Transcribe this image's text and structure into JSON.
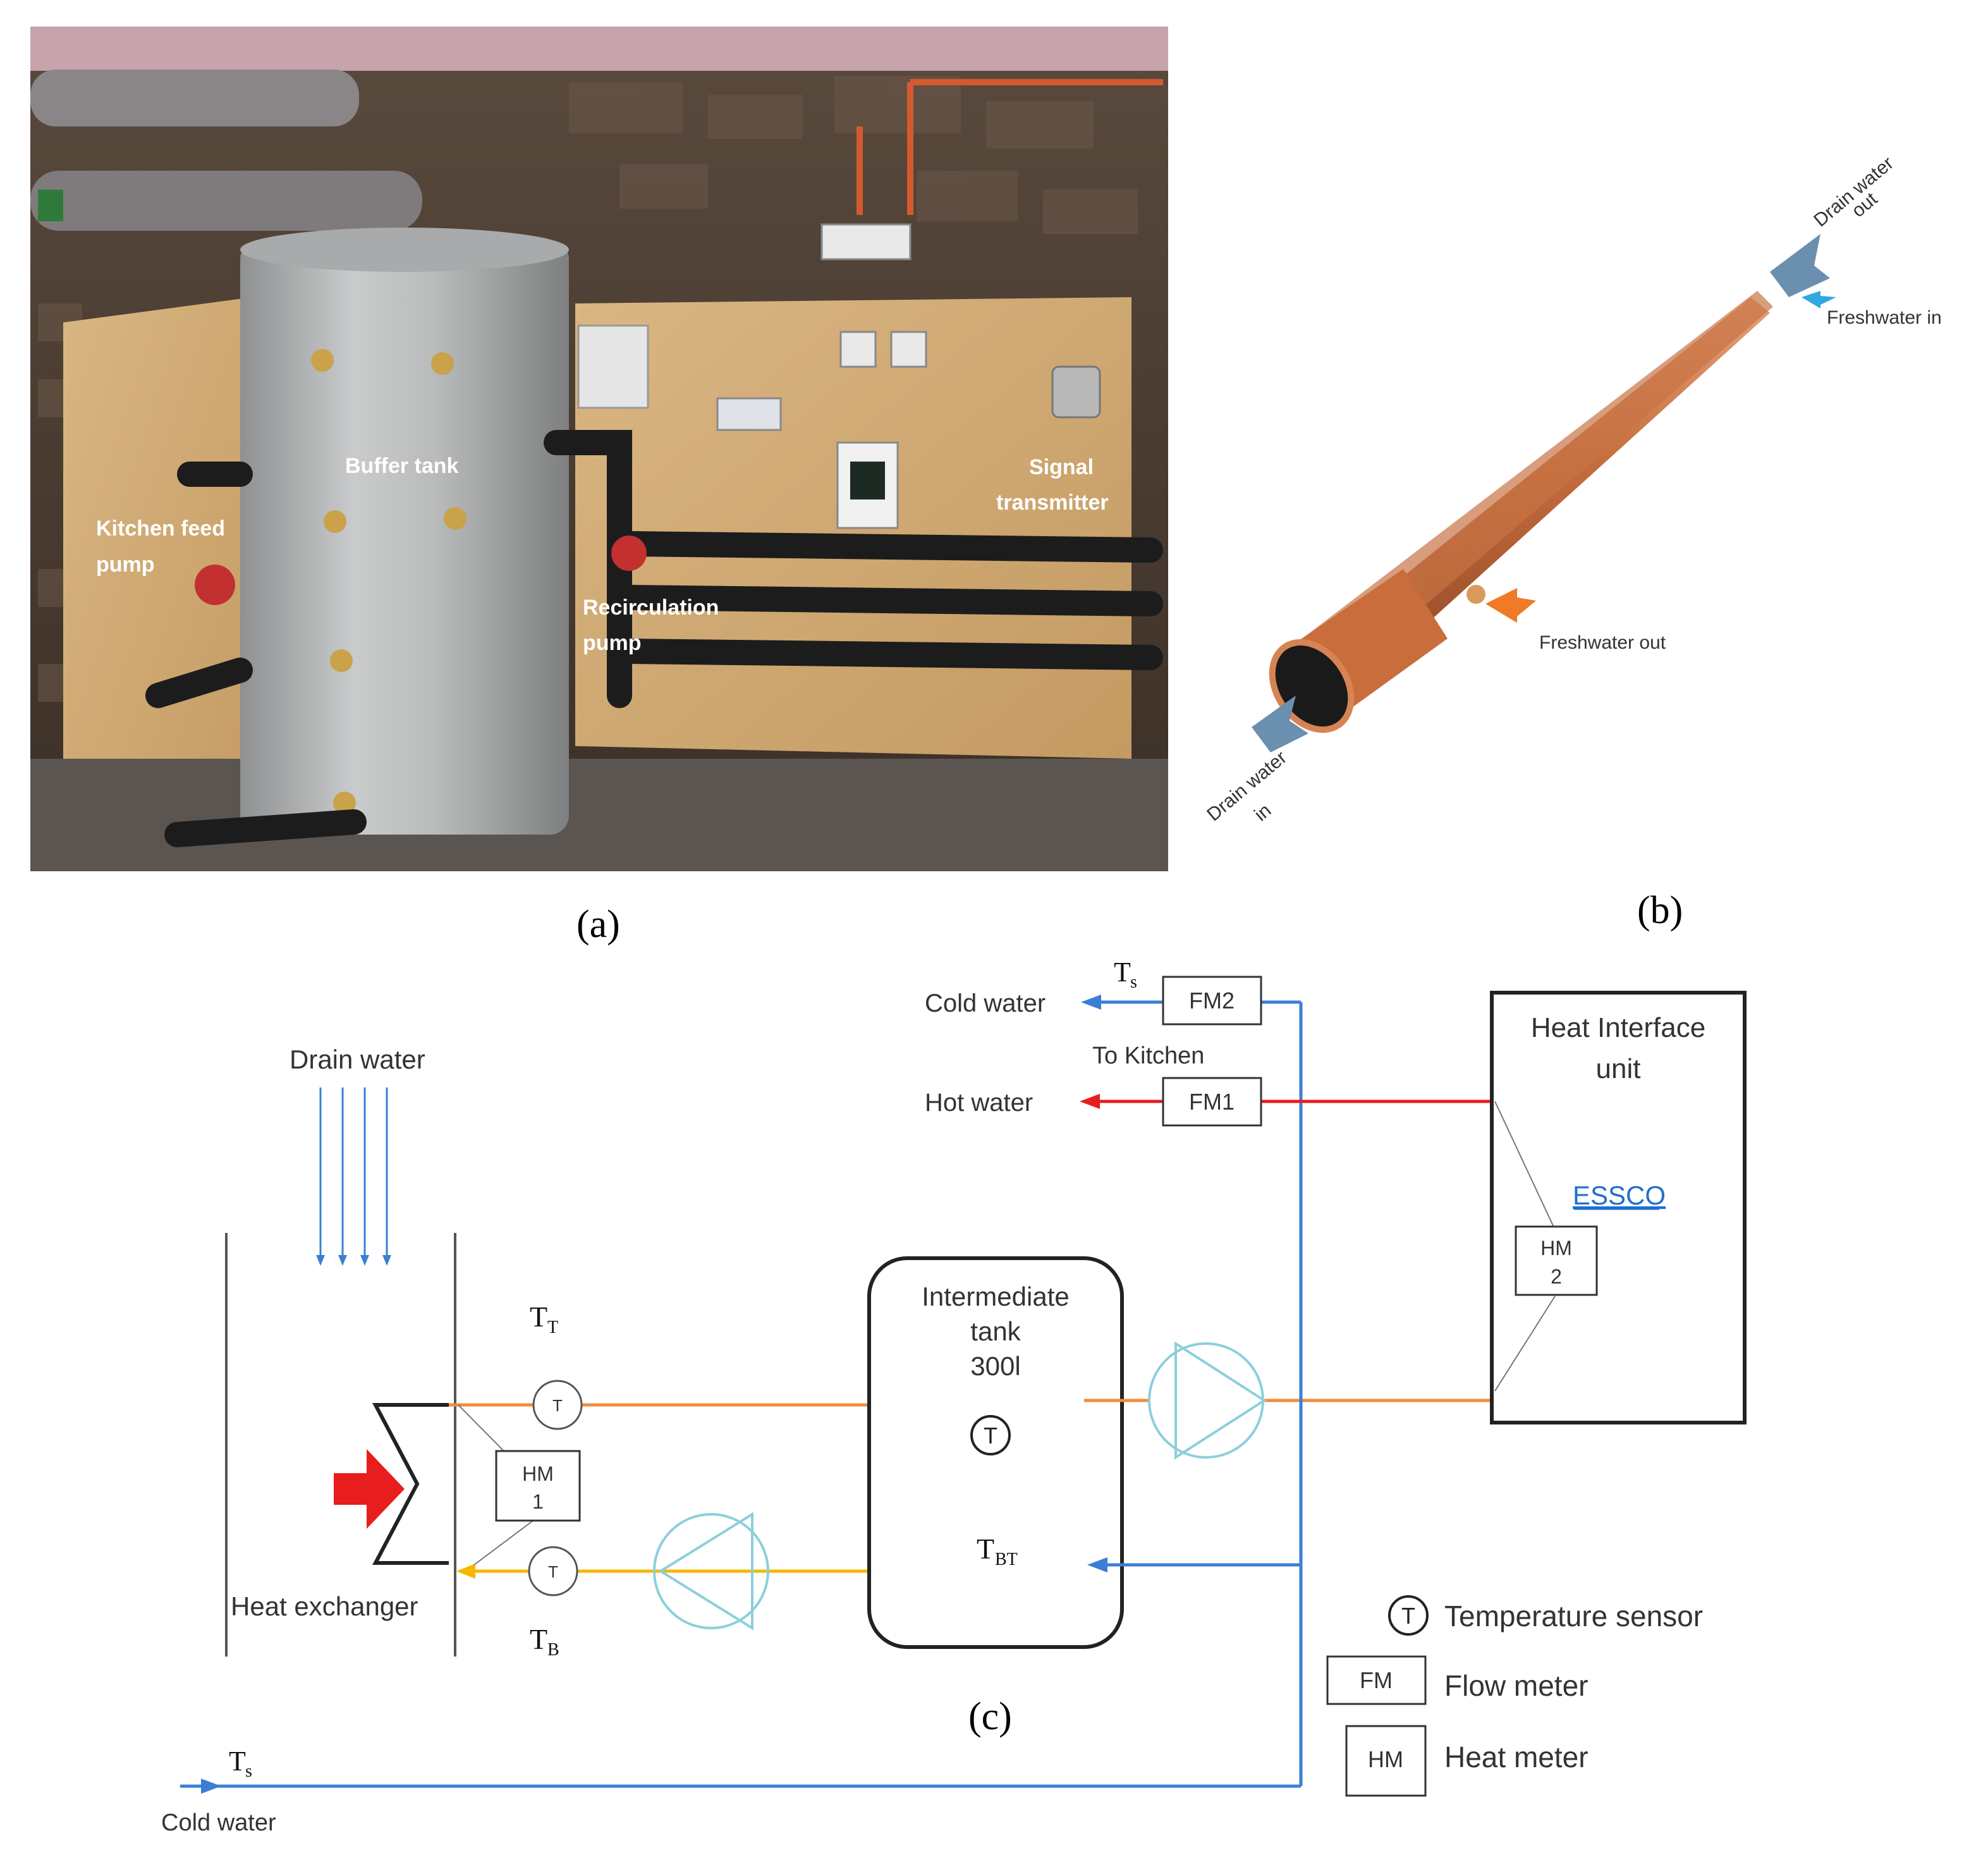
{
  "panel_labels": {
    "a": "(a)",
    "b": "(b)",
    "c": "(c)"
  },
  "photo_a": {
    "buffer_tank": "Buffer tank",
    "kitchen_feed_pump_1": "Kitchen feed",
    "kitchen_feed_pump_2": "pump",
    "recirculation_pump_1": "Recirculation",
    "recirculation_pump_2": "pump",
    "signal_transmitter_1": "Signal",
    "signal_transmitter_2": "transmitter"
  },
  "photo_b": {
    "drain_water_out_1": "Drain water",
    "drain_water_out_2": "out",
    "freshwater_in": "Freshwater in",
    "freshwater_out": "Freshwater out",
    "drain_water_in_1": "Drain water",
    "drain_water_in_2": "in"
  },
  "diagram_c": {
    "drain_water": "Drain water",
    "heat_exchanger": "Heat exchanger",
    "t_top": "T",
    "t_top_sub": "T",
    "t_bottom": "T",
    "t_bottom_sub": "B",
    "sensor_glyph": "T",
    "hm1_line1": "HM",
    "hm1_line2": "1",
    "tank_line1": "Intermediate",
    "tank_line2": "tank",
    "tank_line3": "300l",
    "t_bt": "T",
    "t_bt_sub": "BT",
    "fm2": "FM2",
    "fm1": "FM1",
    "ts_top": "T",
    "ts_top_sub": "s",
    "cold_water_top": "Cold water",
    "to_kitchen": "To Kitchen",
    "hot_water": "Hot water",
    "hiu_line1": "Heat Interface",
    "hiu_line2": "unit",
    "essco": "ESSCO",
    "hm2_line1": "HM",
    "hm2_line2": "2",
    "ts_bottom": "T",
    "ts_bottom_sub": "s",
    "cold_water_bottom": "Cold water",
    "legend_sensor": "Temperature sensor",
    "legend_fm_box": "FM",
    "legend_fm": "Flow meter",
    "legend_hm_box": "HM",
    "legend_hm": "Heat meter"
  },
  "colors": {
    "orange": "#f28b3c",
    "yellow": "#f5b800",
    "blue": "#3a7fd5",
    "red": "#e81d1d",
    "pump": "#8ccfdc",
    "essco": "#1f6fd0"
  }
}
